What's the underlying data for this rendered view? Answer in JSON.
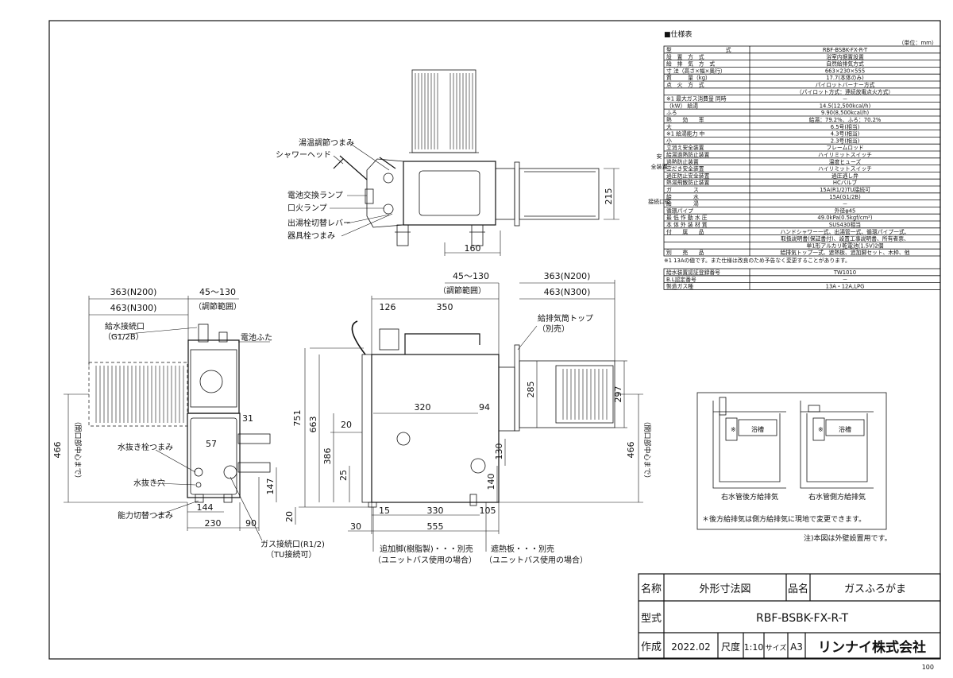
{
  "spec": {
    "heading": "■仕様表",
    "unit": "（単位：mm）",
    "rows": [
      {
        "label": "型　　　　　　　　　　式",
        "value": "RBF-BSBK-FX-R-T"
      },
      {
        "label": "設　置　方　式",
        "value": "浴室内据置設置"
      },
      {
        "label": "給　排　気　方　式",
        "value": "自然給排気方式"
      },
      {
        "label": "寸 法（高さ×幅×奥行）",
        "value": "663×230×555"
      },
      {
        "label": "質　　　量（kg）",
        "value": "17.7(本体のみ)"
      },
      {
        "label": "点　火　方　式",
        "value": "パイロットバーナー方式"
      },
      {
        "label": "",
        "value": "（パイロット方式：連続放電点火方式）"
      },
      {
        "label": "※1 最大ガス消費量 同時",
        "value": "－"
      },
      {
        "label": "（kW） 給湯",
        "value": "14.5(12,500kcal/h)"
      },
      {
        "label": "ふろ",
        "value": "9.90(8,500kcal/h)"
      },
      {
        "label": "熱　　効　　率",
        "value": "給湯：79.2%、ふろ：70.2%"
      },
      {
        "label": "大",
        "value": "6.5号(相当)"
      },
      {
        "label": "※1 給湯能力 中",
        "value": "4.3号(相当)"
      },
      {
        "label": "小",
        "value": "2.3号(相当)"
      },
      {
        "label": "立消え安全装置",
        "value": "フレームロッド"
      },
      {
        "label": "給湯過熱防止装置",
        "value": "ハイリミットスイッチ"
      },
      {
        "label": "過熱防止装置",
        "value": "温度ヒューズ"
      },
      {
        "label": "空だき安全装置",
        "value": "ハイリミットスイッチ"
      },
      {
        "label": "過圧防止安全装置",
        "value": "過圧逃し弁"
      },
      {
        "label": "熱湯飛散防止装置",
        "value": "HCバルブ"
      },
      {
        "label": "ガ　　　　ス",
        "value": "15A(R1/2)TU接続可"
      },
      {
        "label": "給　　　　水",
        "value": "15A(G1/2B)"
      },
      {
        "label": "給　　　　湯",
        "value": "－"
      },
      {
        "label": "循環パイプ",
        "value": "外径φ45"
      },
      {
        "label": "最 低 作 動 水 圧",
        "value": "49.0kPa(0.5kgf/cm²)"
      },
      {
        "label": "本 体 外 装 材 質",
        "value": "SUS430相当"
      },
      {
        "label": "付　　属　　品",
        "value": "ハンドシャワー一式、出湯管一式、循環パイプ一式、"
      },
      {
        "label": "",
        "value": "取扱説明書(保証書付)、設置工事説明書、所有者票、"
      },
      {
        "label": "",
        "value": "単1形アルカリ乾電池(1.5V)2個"
      },
      {
        "label": "別　　売　　品",
        "value": "給排気トップ一式、遮熱板、追加脚セット、木枠、他"
      }
    ],
    "side_labels": {
      "safety": "安全装置",
      "pipe": "接続口径"
    },
    "note": "※1 13Aの値です。また仕様は改良のため予告なく変更することがあります。",
    "cert_rows": [
      {
        "label": "給水装置認証登録番号",
        "value": "TW1010"
      },
      {
        "label": "B.L認定番号",
        "value": "－"
      },
      {
        "label": "製造ガス種",
        "value": "13A・12A,LPG"
      }
    ]
  },
  "callouts": {
    "temp_knob": "湯温調節つまみ",
    "shower_head": "シャワーヘッド",
    "battery_lamp": "電池交換ランプ",
    "pilot_lamp": "口火ランプ",
    "outlet_lever": "出湯栓切替レバー",
    "appliance_knob": "器具栓つまみ",
    "water_inlet": "給水接続口",
    "water_inlet_spec": "（G1/2B）",
    "battery_cover": "電池ふた",
    "drain_knob": "水抜き栓つまみ",
    "drain_hole": "水抜き穴",
    "power_knob": "能力切替つまみ",
    "gas_inlet": "ガス接続口(R1/2)",
    "gas_inlet_tu": "（TU接続可）",
    "vent_top": "給排気筒トップ",
    "vent_top_sub": "（別売）",
    "extra_leg": "追加脚(樹脂製)・・・別売",
    "extra_leg_sub": "（ユニットバス使用の場合）",
    "heat_shield": "遮熱板・・・別売",
    "heat_shield_sub": "（ユニットバス使用の場合）",
    "adjust_range": "（調節範囲）",
    "opening_center": "（開口部中心まで）"
  },
  "dims": {
    "d215": "215",
    "d160": "160",
    "d363n200": "363(N200)",
    "d463n300": "463(N300)",
    "d45_130": "45～130",
    "d126": "126",
    "d350": "350",
    "d285": "285",
    "d297": "297",
    "d751": "751",
    "d663": "663",
    "d20a": "20",
    "d320": "320",
    "d94": "94",
    "d386": "386",
    "d25": "25",
    "d130": "130",
    "d140": "140",
    "d20b": "20",
    "d15": "15",
    "d330": "330",
    "d105": "105",
    "d30": "30",
    "d555": "555",
    "d466": "466",
    "d144": "144",
    "d230": "230",
    "d90": "90",
    "d57": "57",
    "d31": "31",
    "d147": "147"
  },
  "install": {
    "label_bath": "浴槽",
    "mark": "※",
    "caption_rear": "右水管後方給排気",
    "caption_side": "右水管側方給排気",
    "footnote": "＊後方給排気は側方給排気に現地で変更できます。",
    "wall_note": "注)本図は外壁設置用です。"
  },
  "title_block": {
    "name_label": "名称",
    "name_value": "外形寸法図",
    "product_label": "品名",
    "product_value": "ガスふろがま",
    "model_label": "型式",
    "model_value": "RBF-BSBK-FX-R-T",
    "made_label": "作成",
    "made_value": "2022.02",
    "scale_label": "尺度",
    "scale_value": "1:10",
    "size_label": "サイズ",
    "size_value": "A3",
    "company": "リンナイ株式会社",
    "page": "100"
  }
}
